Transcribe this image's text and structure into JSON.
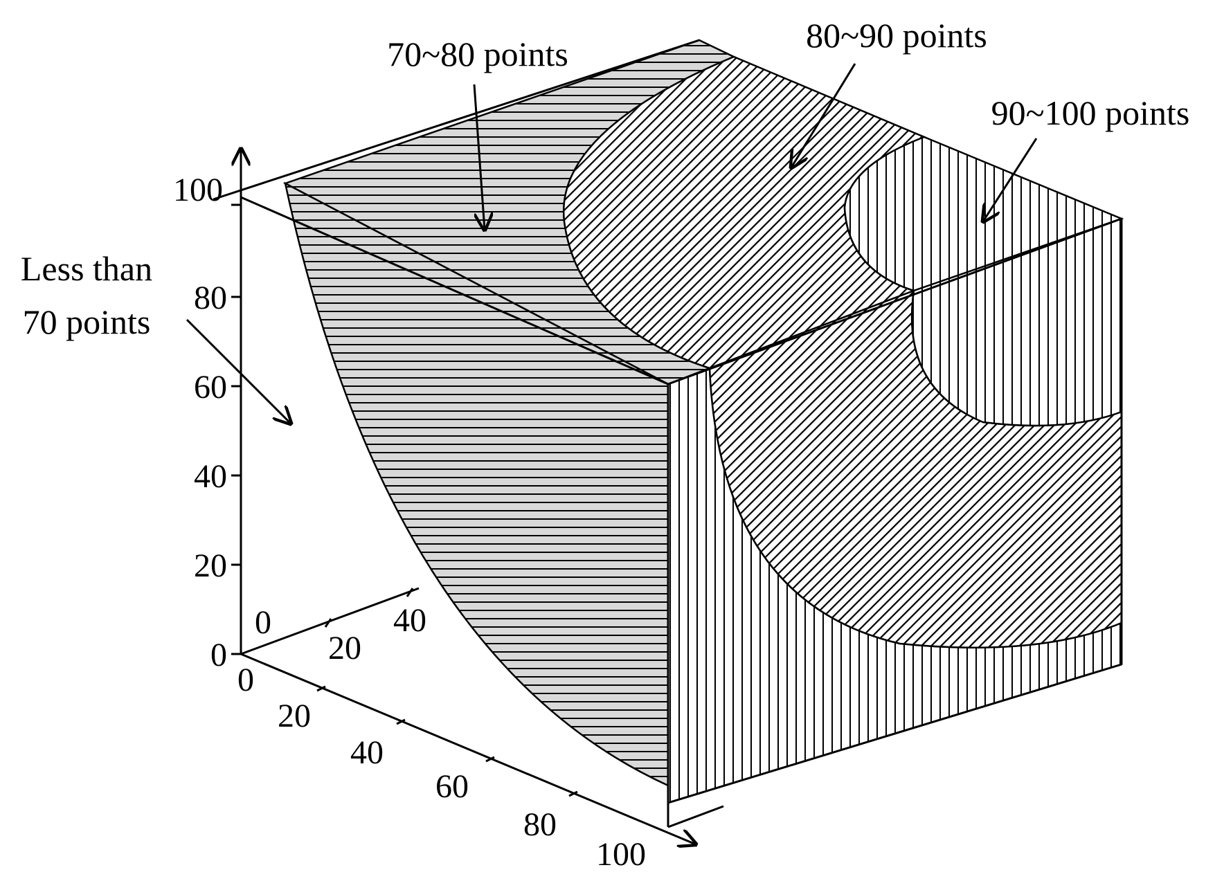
{
  "diagram": {
    "region_labels": {
      "r70_80": "70~80 points",
      "r80_90": "80~90 points",
      "r90_100": "90~100 points",
      "less70_line1": "Less than",
      "less70_line2": "70 points"
    },
    "vertical_axis_ticks": [
      "0",
      "20",
      "40",
      "60",
      "80",
      "100"
    ],
    "back_axis_ticks": [
      "0",
      "20",
      "40"
    ],
    "front_axis_ticks": [
      "0",
      "20",
      "40",
      "60",
      "80",
      "100"
    ],
    "colors": {
      "line": "#000000",
      "region_70_80_fill": "#d9d9d9",
      "background": "#ffffff"
    },
    "hatch_patterns": {
      "70~80 points": "horizontal",
      "80~90 points": "diagonal",
      "90~100 points": "vertical"
    }
  }
}
